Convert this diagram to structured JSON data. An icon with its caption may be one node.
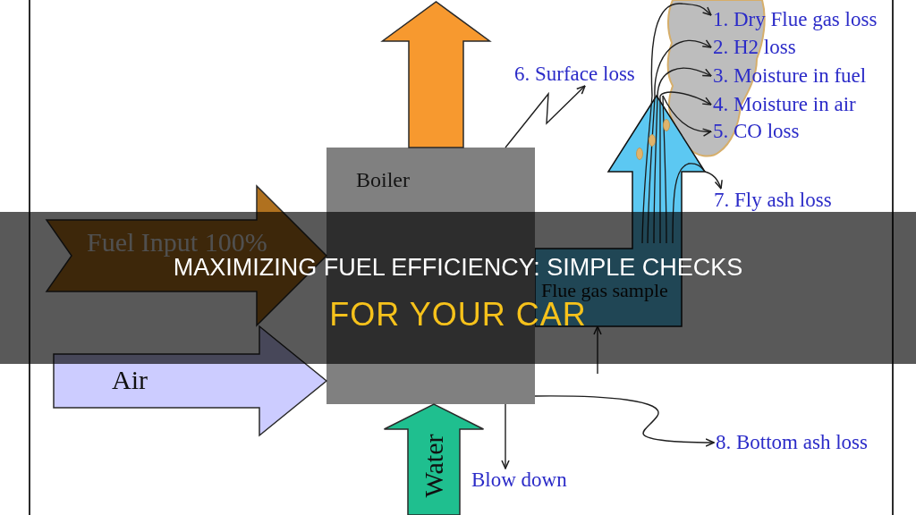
{
  "diagram": {
    "title": "MAXIMIZING FUEL EFFICIENCY: SIMPLE CHECKS FOR YOUR CAR",
    "nodes": [
      {
        "text": [
          "6. Surface loss"
        ]
      },
      {
        "text": [
          "1. Dry Flue gas loss"
        ]
      },
      {
        "text": [
          "2. H2 loss"
        ]
      },
      {
        "text": [
          "3. Moisture in fuel"
        ]
      },
      {
        "text": [
          "4. Moisture in air"
        ]
      },
      {
        "text": [
          "5. CO loss"
        ]
      },
      {
        "text": [
          "7. Fly ash loss"
        ]
      },
      {
        "text": [
          "Flue gas sample"
        ]
      },
      {
        "text": [
          "Boiler"
        ]
      },
      {
        "text": [
          "Blow down"
        ]
      },
      {
        "text": [
          "8. Bottom ash loss"
        ]
      }
    ],
    "edges": [
      {
        "from": 8,
        "to": 0,
        "arrow": "to"
      },
      {
        "from": 7,
        "to": 1,
        "arrow": "to"
      },
      {
        "from": 7,
        "to": 2,
        "arrow": "to"
      },
      {
        "from": 7,
        "to": 3,
        "arrow": "to"
      },
      {
        "from": 7,
        "to": 4,
        "arrow": "to"
      },
      {
        "from": 7,
        "to": 5,
        "arrow": "to"
      },
      {
        "from": 7,
        "to": 6,
        "arrow": "to"
      },
      {
        "from": null,
        "to": 7,
        "arrow": "to"
      },
      {
        "from": 8,
        "to": 9,
        "arrow": "to"
      },
      {
        "from": 8,
        "to": 10,
        "arrow": "to"
      },
      {
        "from": 8,
        "to": null,
        "arrow": "to",
        "style": "thick",
        "color": "#f7992f"
      },
      {
        "from": null,
        "to": 8,
        "arrow": "to",
        "label": "Fuel Input 100%",
        "style": "thick",
        "color": "#b0711f"
      },
      {
        "from": null,
        "to": 8,
        "arrow": "to",
        "label": "Air",
        "style": "thick",
        "color": "#ccccff"
      },
      {
        "from": null,
        "to": 8,
        "arrow": "to",
        "label": "Water",
        "style": "thick",
        "color": "#1fbf8f"
      }
    ]
  }
}
